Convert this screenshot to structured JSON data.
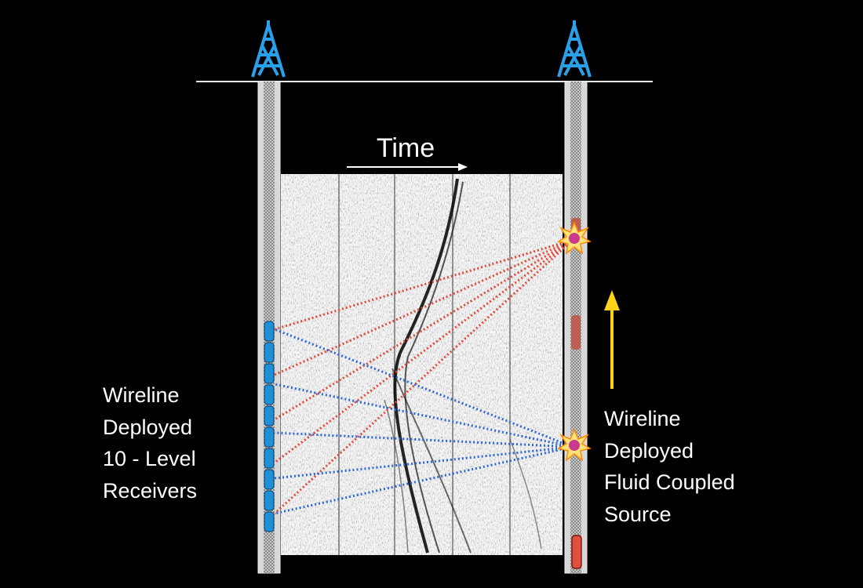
{
  "time_label": "Time",
  "receiver_label": [
    "Wireline",
    "Deployed",
    "10 - Level",
    "Receivers"
  ],
  "source_label": [
    "Wireline",
    "Deployed",
    "Fluid Coupled",
    "Source"
  ],
  "receiver_levels": 10,
  "icons": {
    "derrick": "oil-derrick-icon",
    "source": "shot-burst-icon"
  },
  "colors": {
    "background": "#000000",
    "derrick": "#2aa0e8",
    "receiver": "#1f8fd6",
    "upper_source_rays": "#e0483a",
    "lower_source_rays": "#2d66d6",
    "arrow": "#ffd21a",
    "source_tool": "#e05040"
  }
}
